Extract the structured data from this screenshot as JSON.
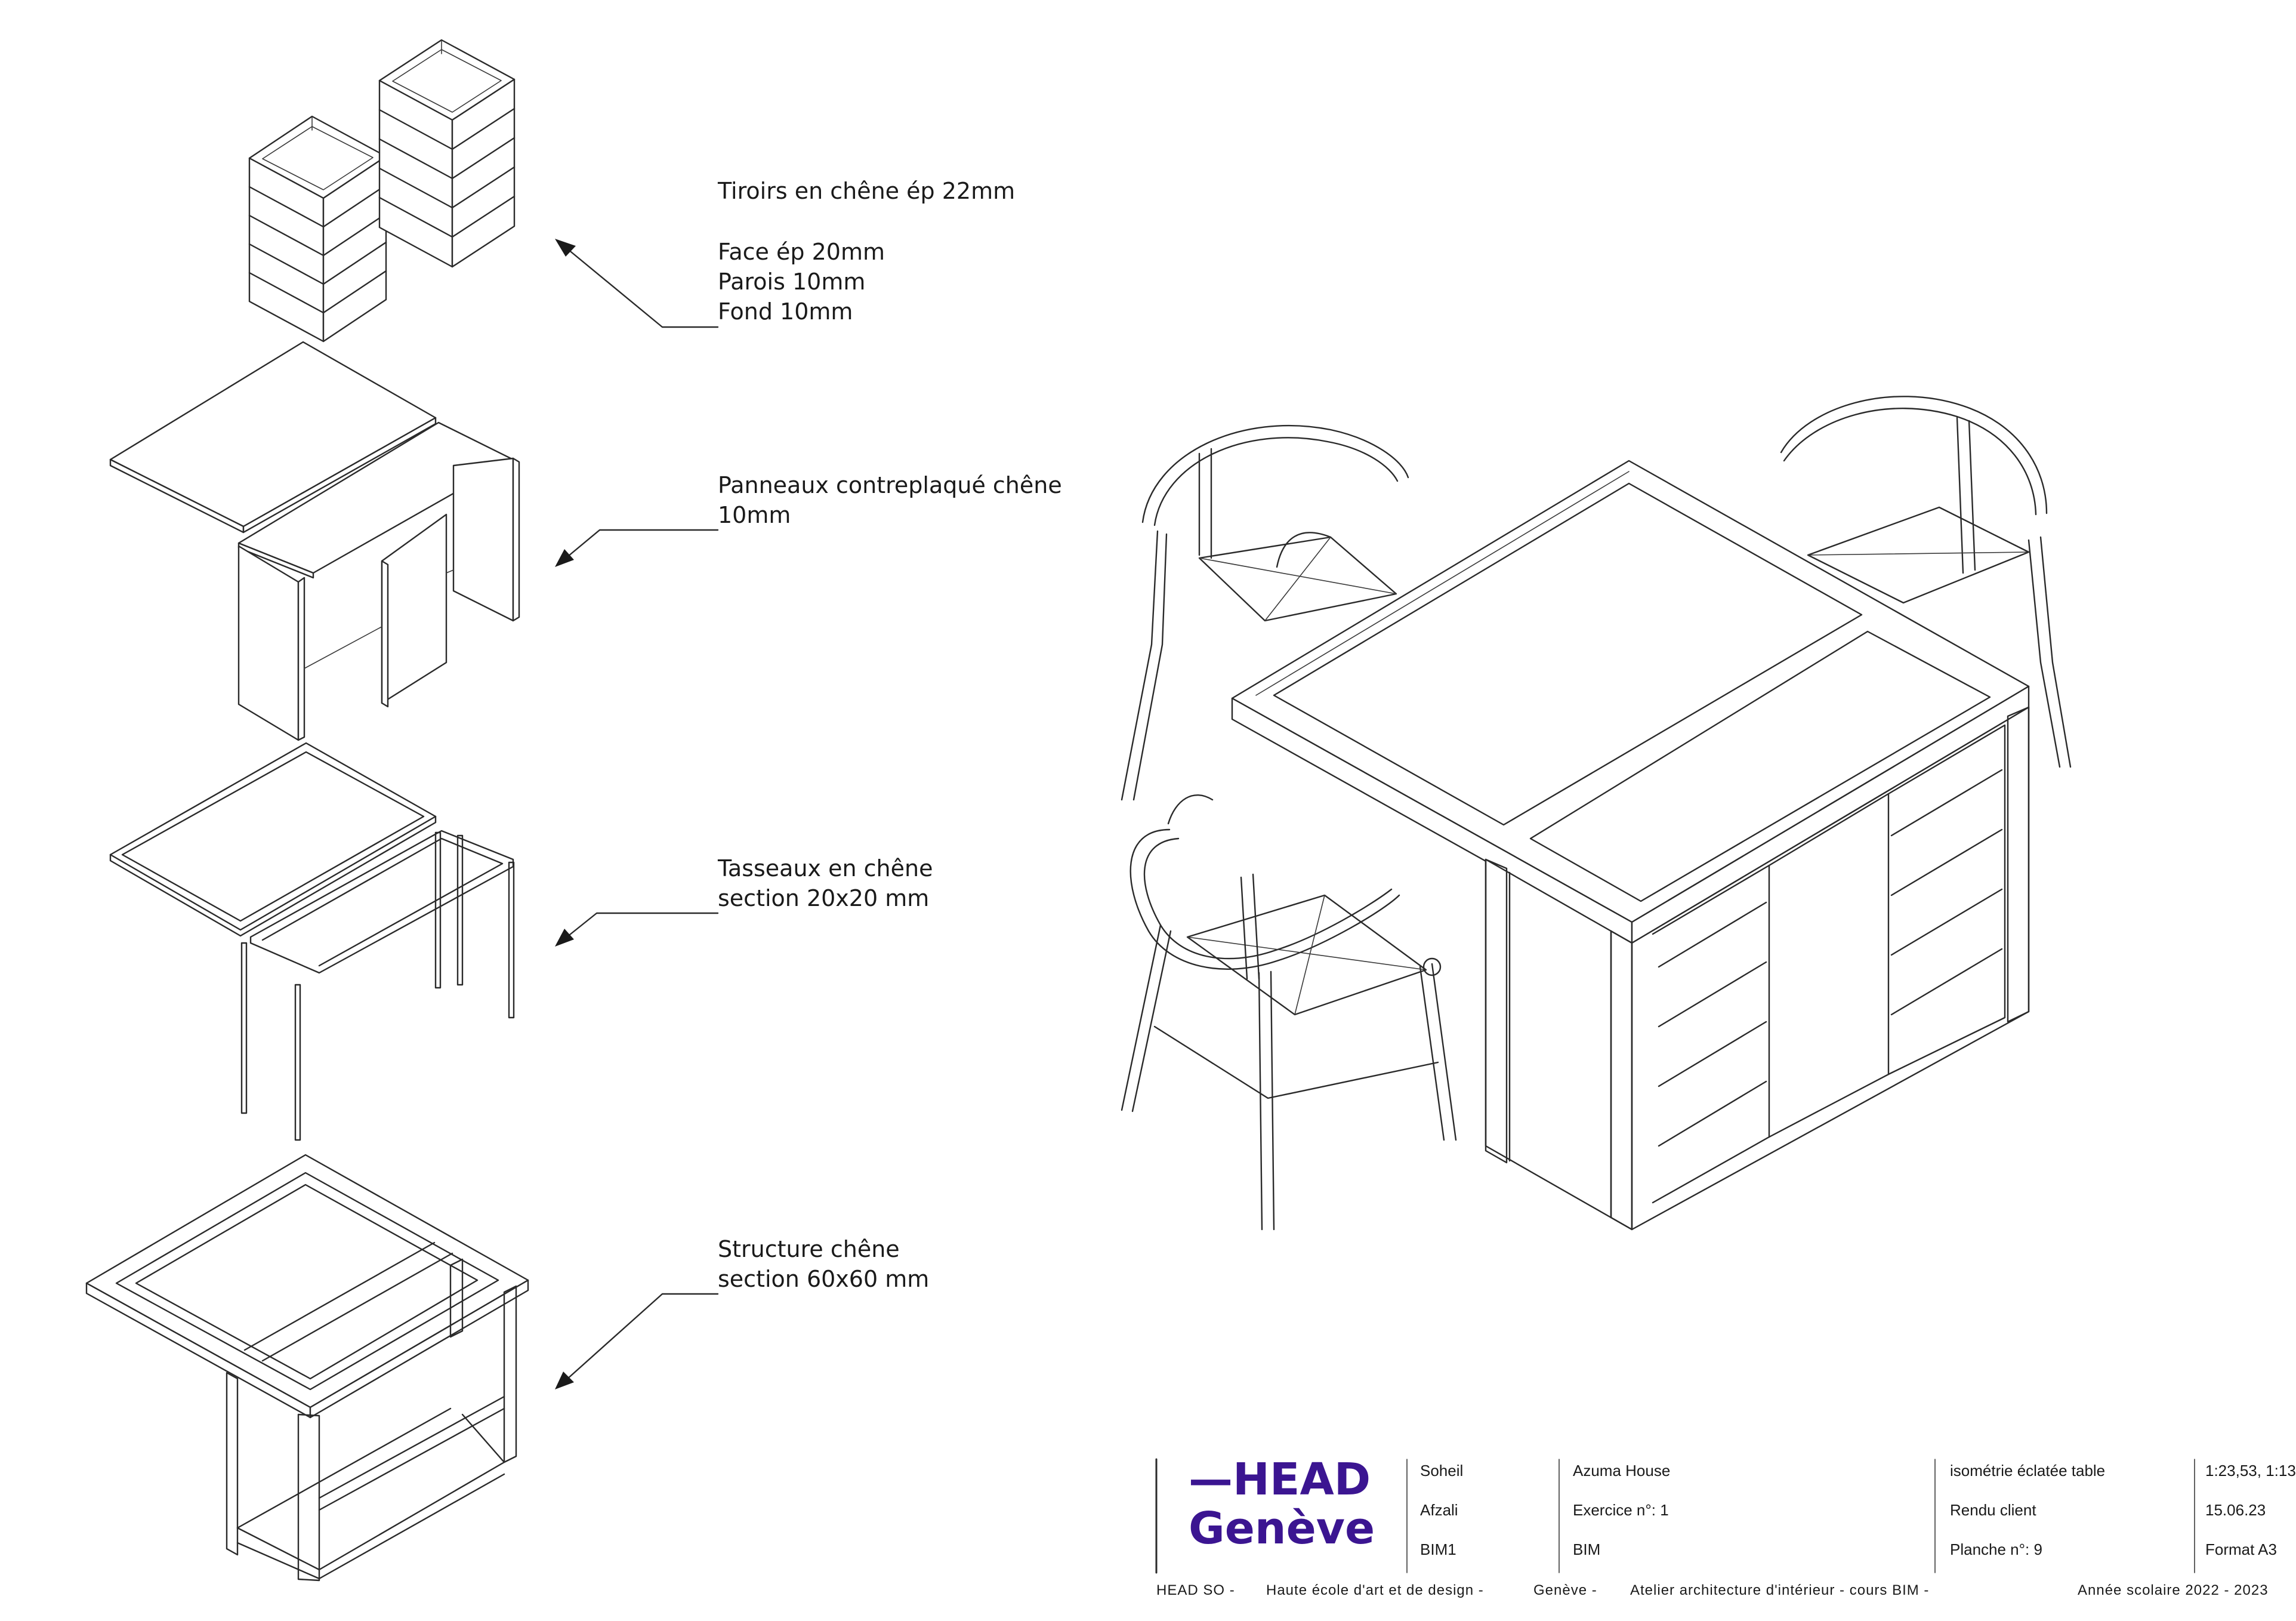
{
  "annotations": {
    "drawers": {
      "title": "Tiroirs en chêne ép 22mm",
      "line1": "Face ép 20mm",
      "line2": "Parois 10mm",
      "line3": "Fond 10mm"
    },
    "panels": {
      "line1": "Panneaux contreplaqué chêne",
      "line2": "10mm"
    },
    "battens": {
      "line1": "Tasseaux en chêne",
      "line2": "section 20x20 mm"
    },
    "structure": {
      "line1": "Structure chêne",
      "line2": "section 60x60 mm"
    }
  },
  "title_block": {
    "logo": {
      "line1": "—HEAD",
      "line2": "Genève",
      "color": "#3b1591"
    },
    "author": [
      "Soheil",
      "Afzali",
      "BIM1"
    ],
    "project": [
      "Azuma House",
      "Exercice n°: 1",
      "BIM"
    ],
    "sheet": [
      "isométrie éclatée table",
      "Rendu client",
      "Planche n°:  9"
    ],
    "meta": [
      "1:23,53, 1:13",
      "15.06.23",
      "Format A3"
    ]
  },
  "footer": {
    "school": "HEAD SO  -",
    "faculty": "Haute école d'art et de design  -",
    "city": "Genève  -",
    "course": "Atelier architecture d'intérieur  -  cours BIM  -",
    "year": "Année scolaire 2022 - 2023"
  }
}
